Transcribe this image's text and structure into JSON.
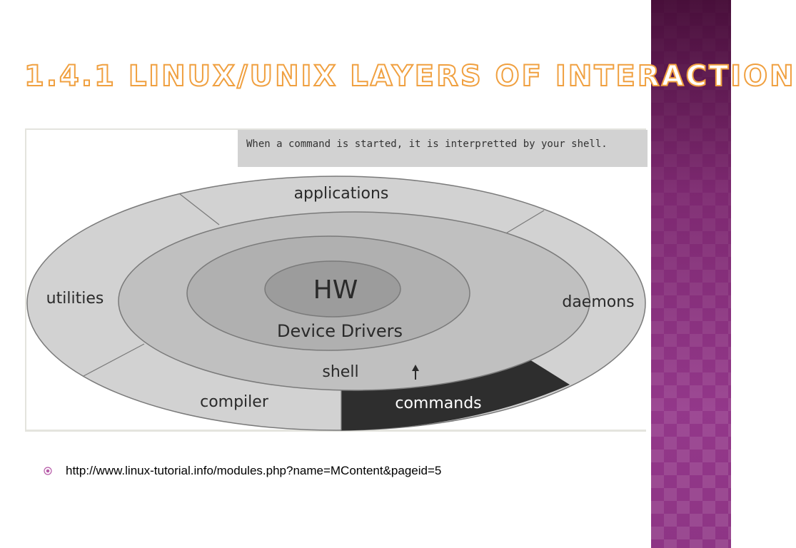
{
  "slide": {
    "title": "1.4.1  LINUX/UNIX LAYERS OF INTERACTION",
    "caption": "When a command is started, it is interpretted by your shell.",
    "layers": {
      "outer_ring": [
        "applications",
        "utilities",
        "daemons",
        "compiler",
        "commands"
      ],
      "shell": "shell",
      "device_drivers": "Device Drivers",
      "hardware": "HW"
    },
    "bullet_url": "http://www.linux-tutorial.info/modules.php?name=MContent&pageid=5"
  },
  "colors": {
    "accent": "#f0a040",
    "side_band": "#8e3585",
    "outer_ring": "#d2d2d2",
    "shell_ring": "#c0c0c0",
    "driver_ring": "#b0b0b0",
    "hw_core": "#9c9c9c",
    "commands_segment": "#2e2e2e"
  }
}
